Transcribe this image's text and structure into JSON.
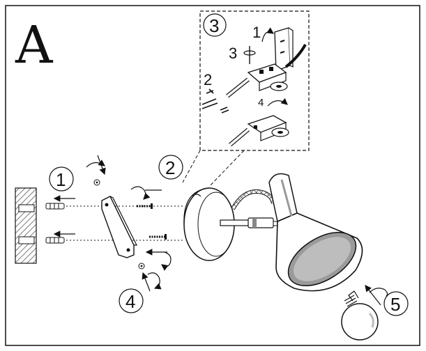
{
  "panel": {
    "letter": "A"
  },
  "steps": {
    "s1": "1",
    "s2": "2",
    "s3": "3",
    "s4": "4",
    "s5": "5"
  },
  "detail": {
    "label": "3",
    "sub1": "1",
    "sub2": "2",
    "sub3": "3",
    "sub4": "4"
  },
  "colors": {
    "stroke": "#111111",
    "hatch": "#555555",
    "background": "#ffffff"
  }
}
